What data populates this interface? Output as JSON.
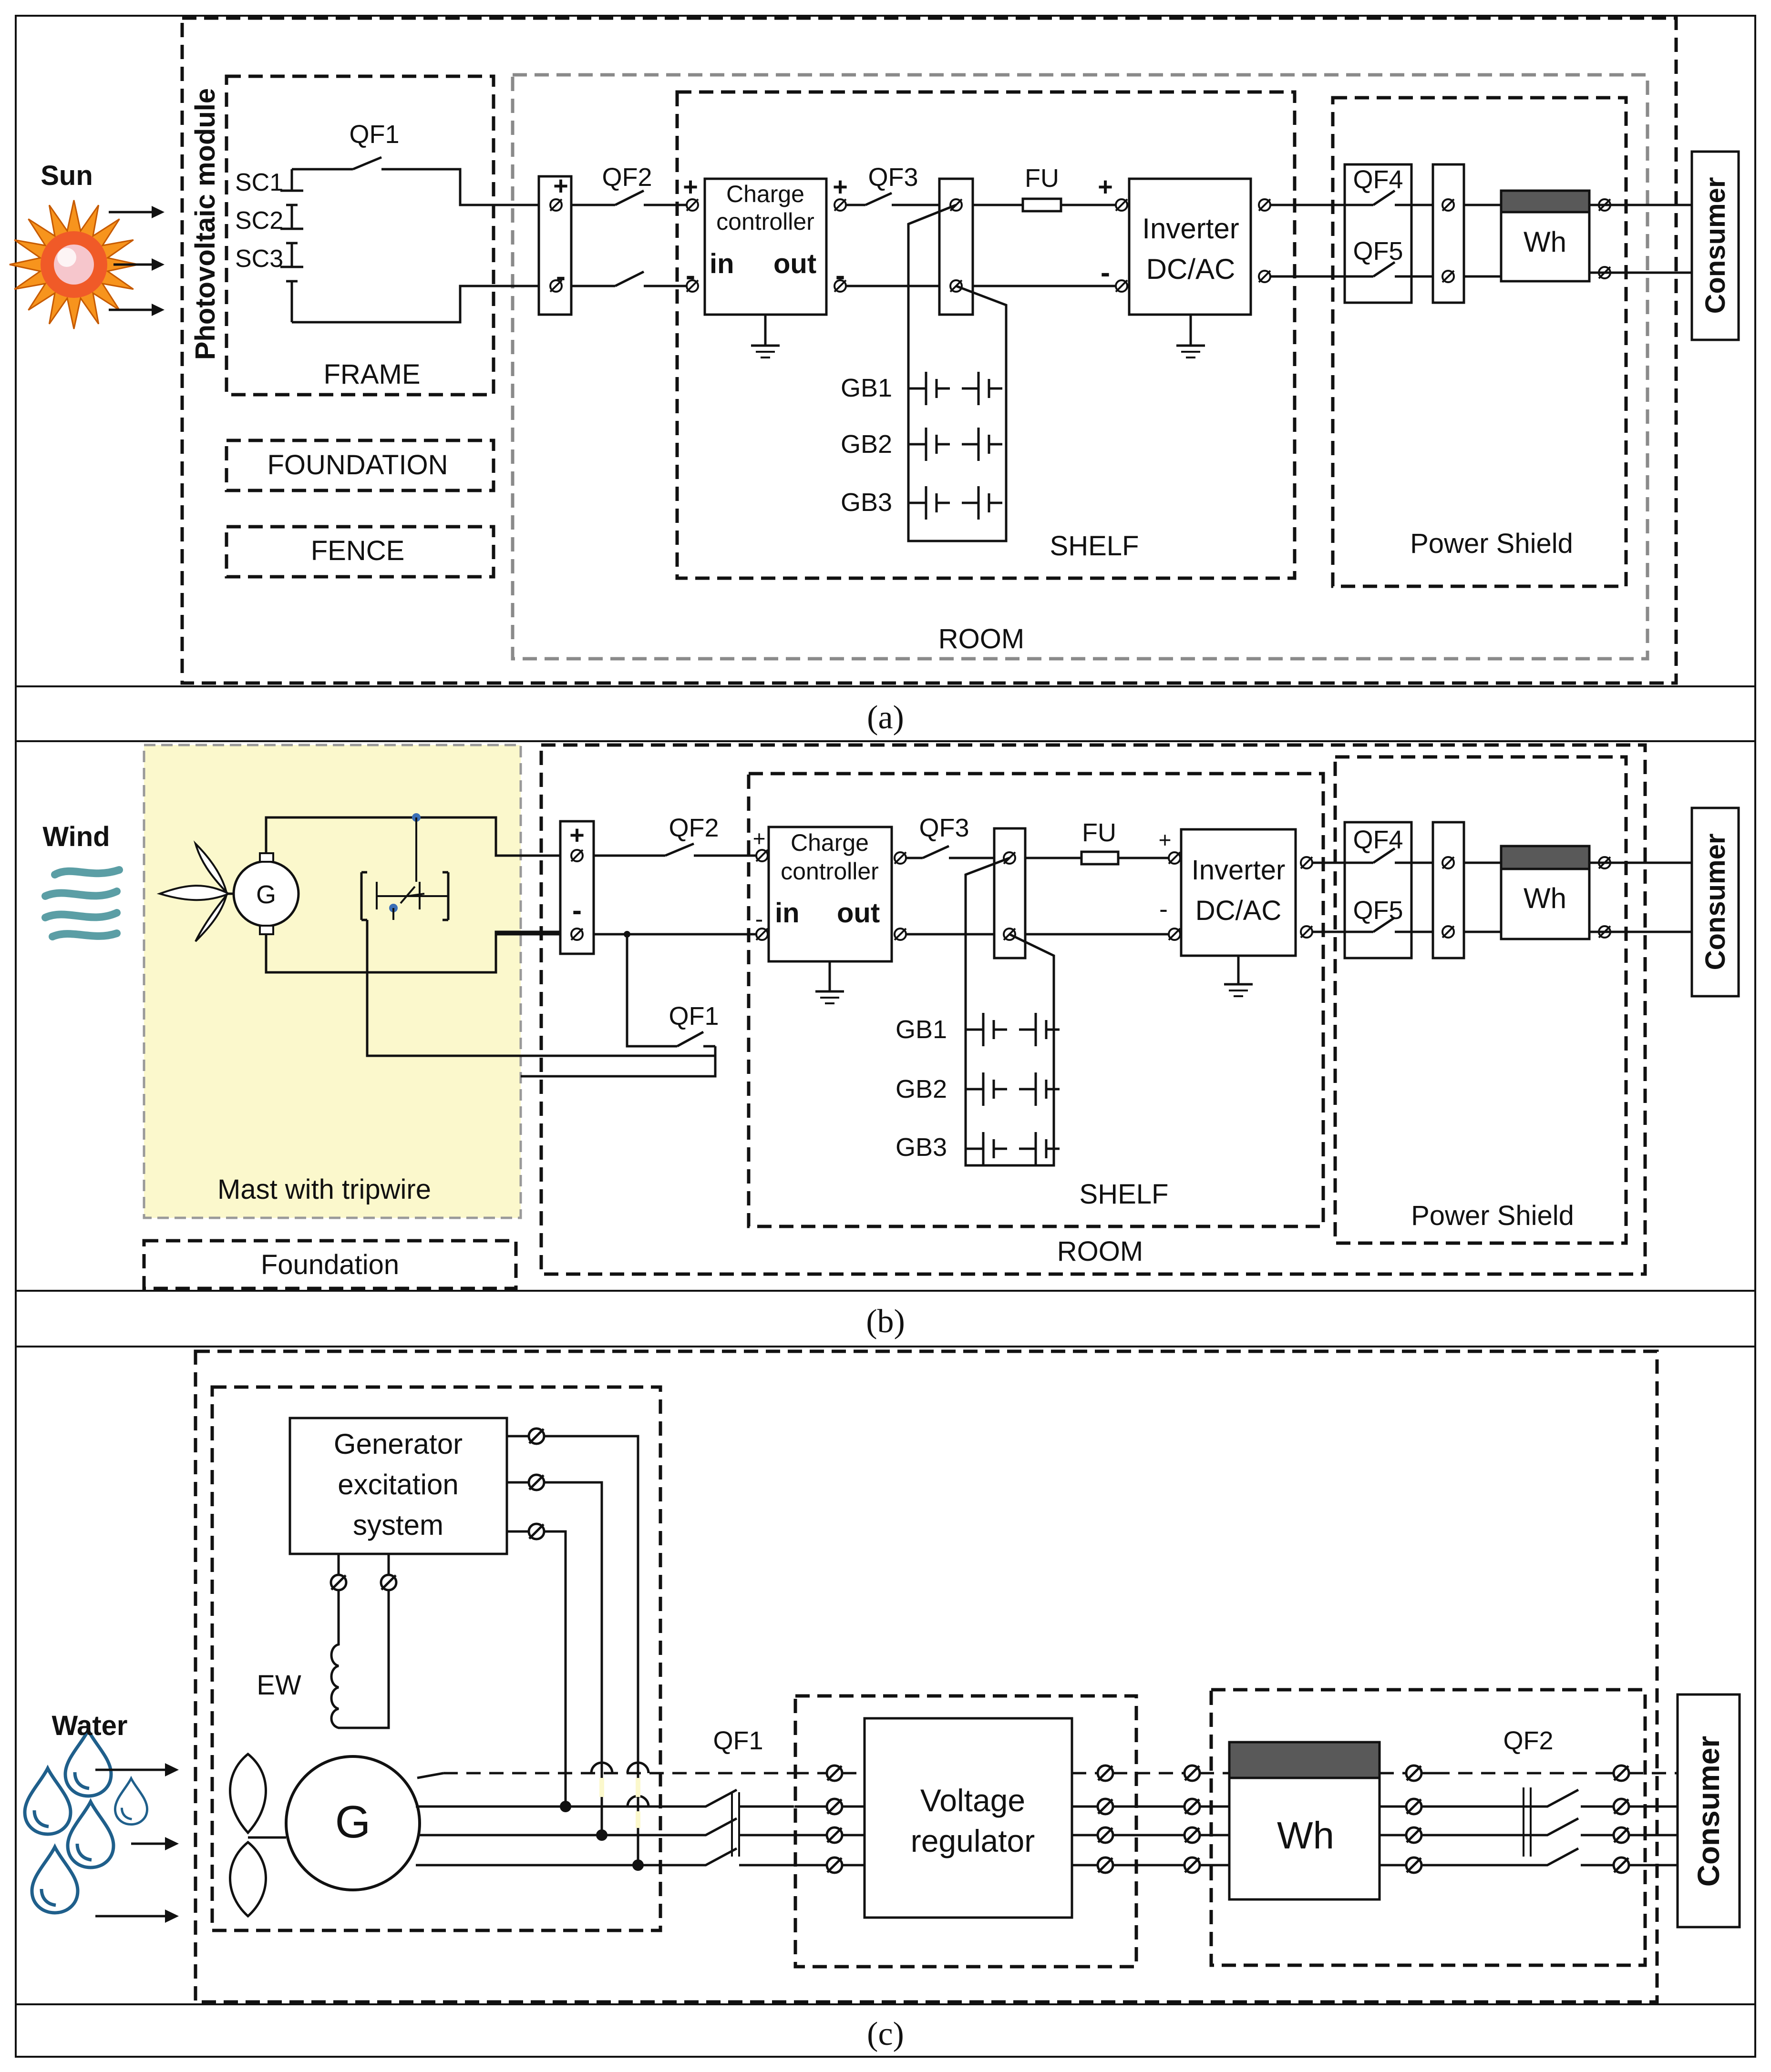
{
  "colors": {
    "frame": "#fbf8cc",
    "foundation": "#7ff0da",
    "fence": "#b7f2a3",
    "shelf_a": "#fde8e8",
    "shelf_b": "#f9c8c8",
    "shelf_c": "#f4c3c0",
    "shield": "#c9c8fb",
    "sun": "#f7941d",
    "water": "#1f5f8b",
    "wind": "#5b9ea5",
    "meter_top": "#595959"
  },
  "panel_a": {
    "caption": "(a)",
    "source": "Sun",
    "module_label": "Photovoltaic module",
    "frame": "FRAME",
    "foundation": "FOUNDATION",
    "fence": "FENCE",
    "room": "ROOM",
    "shelf": "SHELF",
    "shield": "Power Shield",
    "consumer": "Consumer",
    "cells": [
      "SC1",
      "SC2",
      "SC3"
    ],
    "qf1": "QF1",
    "qf2": "QF2",
    "qf3": "QF3",
    "qf4": "QF4",
    "qf5": "QF5",
    "fu": "FU",
    "charge": [
      "Charge",
      "controller"
    ],
    "in": "in",
    "out": "out",
    "inverter": [
      "Inverter",
      "DC/AC"
    ],
    "meter": "Wh",
    "batteries": [
      "GB1",
      "GB2",
      "GB3"
    ],
    "plus": "+",
    "minus": "-"
  },
  "panel_b": {
    "caption": "(b)",
    "source": "Wind",
    "gen": "G",
    "mast": "Mast with tripwire",
    "foundation": "Foundation",
    "room": "ROOM",
    "shelf": "SHELF",
    "shield": "Power Shield",
    "consumer": "Consumer",
    "qf1": "QF1",
    "qf2": "QF2",
    "qf3": "QF3",
    "qf4": "QF4",
    "qf5": "QF5",
    "fu": "FU",
    "charge": [
      "Charge",
      "controller"
    ],
    "in": "in",
    "out": "out",
    "inverter": [
      "Inverter",
      "DC/AC"
    ],
    "meter": "Wh",
    "batteries": [
      "GB1",
      "GB2",
      "GB3"
    ],
    "plus": "+",
    "minus": "-"
  },
  "panel_c": {
    "caption": "(c)",
    "source": "Water",
    "gen": "G",
    "excitation": [
      "Generator",
      "excitation",
      "system"
    ],
    "ew": "EW",
    "qf1": "QF1",
    "qf2": "QF2",
    "regulator": [
      "Voltage",
      "regulator"
    ],
    "meter": "Wh",
    "consumer": "Consumer"
  }
}
